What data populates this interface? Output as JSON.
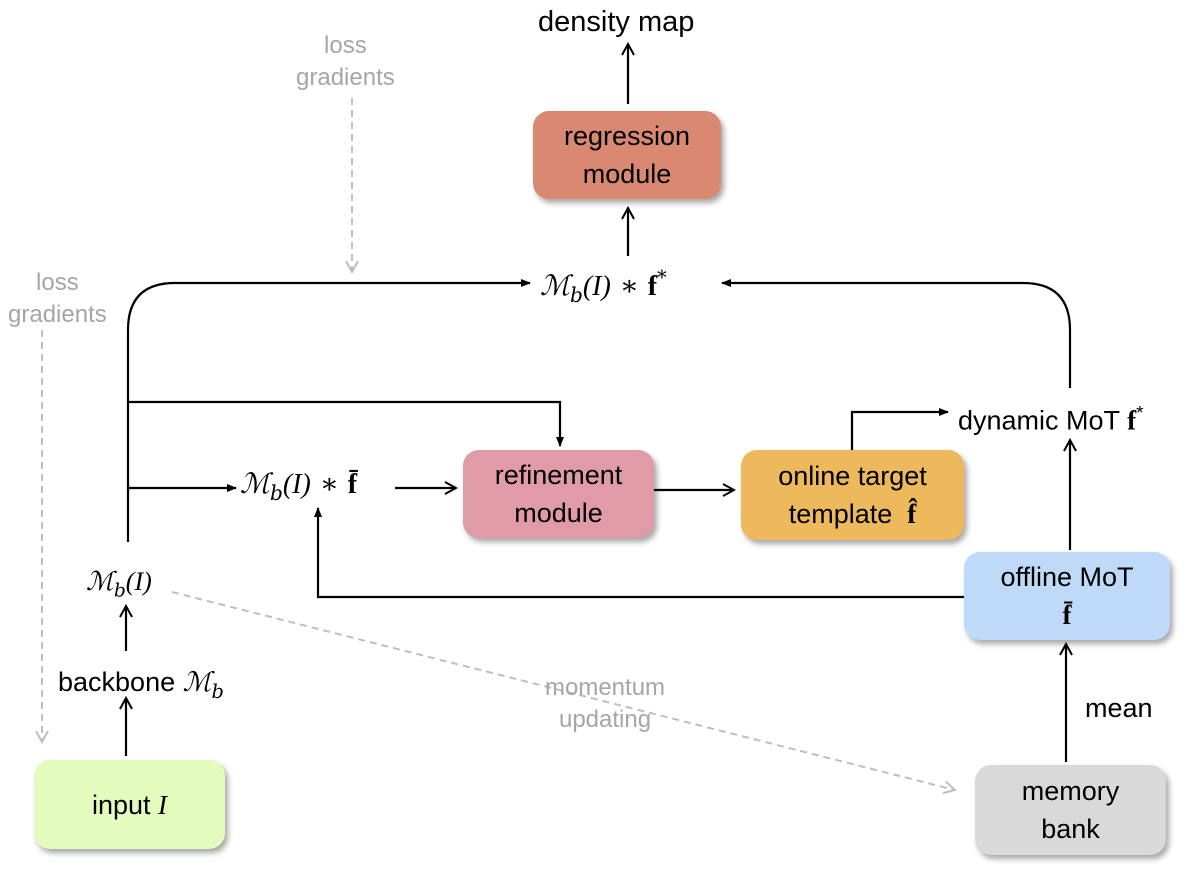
{
  "diagram": {
    "output": "density map",
    "regression": {
      "line1": "regression",
      "line2": "module",
      "color": "#d98872"
    },
    "refinement": {
      "line1": "refinement",
      "line2": "module",
      "color": "#e09aa8"
    },
    "online": {
      "line1": "online target",
      "line2": "template",
      "symbol": "f̂",
      "color": "#edb95c"
    },
    "offline": {
      "line1": "offline MoT",
      "symbol": "f̄",
      "color": "#bfdaf9"
    },
    "memory": {
      "line1": "memory",
      "line2": "bank",
      "color": "#d9d9d9"
    },
    "input": {
      "text": "input",
      "symbol": "I",
      "color": "#e3fbbc"
    },
    "backbone": {
      "text": "backbone",
      "symbol": "ℳ",
      "sub": "b"
    },
    "features": {
      "symbol": "ℳ",
      "sub": "b",
      "arg": "(I)"
    },
    "top_product": {
      "symbol": "ℳ",
      "sub": "b",
      "arg": "(I)",
      "op": " ∗ ",
      "f": "f",
      "sup": "*"
    },
    "mid_product": {
      "symbol": "ℳ",
      "sub": "b",
      "arg": "(I)",
      "op": " ∗ ",
      "f": "f̄"
    },
    "dynamic": {
      "text": "dynamic MoT",
      "f": "f",
      "sup": "*"
    },
    "mean_label": "mean",
    "loss_top": {
      "line1": "loss",
      "line2": "gradients"
    },
    "loss_left": {
      "line1": "loss",
      "line2": "gradients"
    },
    "momentum": {
      "line1": "momentum",
      "line2": "updating"
    },
    "colors": {
      "wire": "#000000",
      "dashed": "#bfbfbf",
      "grey_text": "#a6a6a6"
    }
  }
}
